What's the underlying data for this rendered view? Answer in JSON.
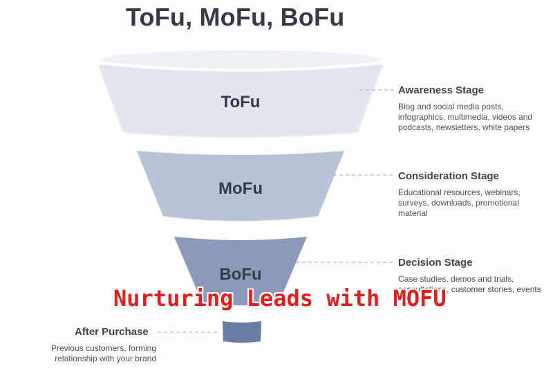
{
  "title": "ToFu, MoFu, BoFu",
  "stages": [
    {
      "funnel_label": "ToFu",
      "heading": "Awareness Stage",
      "description": "Blog and social media posts, infographics, multimedia, videos and podcasts, newsletters, white papers"
    },
    {
      "funnel_label": "MoFu",
      "heading": "Consideration Stage",
      "description": "Educational resources, webinars, surveys, downloads, promotional material"
    },
    {
      "funnel_label": "BoFu",
      "heading": "Decision Stage",
      "description": "Case studies, demos and trials, consultations, customer stories, events"
    }
  ],
  "after_purchase": {
    "heading": "After Purchase",
    "description": "Previous customers, forming relationship with your brand"
  },
  "overlay_caption": "Nurturing Leads with MOFU",
  "colors": {
    "tofu": "#e2e6ee",
    "mofu": "#b8c4d6",
    "bofu": "#8b9ab9",
    "after": "#6b7ba4",
    "connector": "#b5bac4",
    "caption": "#e11f1f"
  }
}
